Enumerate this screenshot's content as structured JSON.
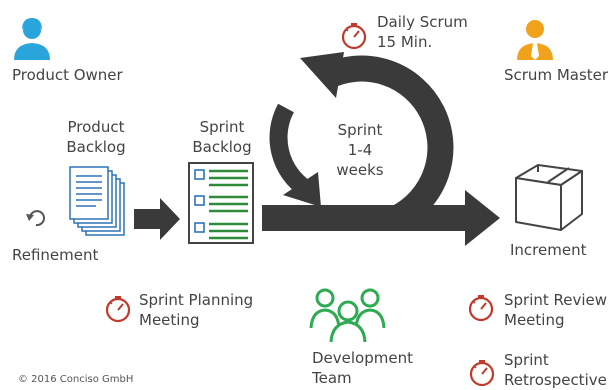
{
  "roles": {
    "product_owner": "Product Owner",
    "scrum_master": "Scrum Master"
  },
  "artifacts": {
    "product_backlog_line1": "Product",
    "product_backlog_line2": "Backlog",
    "sprint_backlog_line1": "Sprint",
    "sprint_backlog_line2": "Backlog",
    "increment": "Increment"
  },
  "activities": {
    "refinement": "Refinement",
    "sprint_line1": "Sprint",
    "sprint_line2": "1-4",
    "sprint_line3": "weeks",
    "daily_scrum_line1": "Daily Scrum",
    "daily_scrum_line2": "15 Min.",
    "sprint_planning_line1": "Sprint Planning",
    "sprint_planning_line2": "Meeting",
    "sprint_review_line1": "Sprint Review",
    "sprint_review_line2": "Meeting",
    "retrospective_line1": "Sprint",
    "retrospective_line2": "Retrospective"
  },
  "team": {
    "label_line1": "Development",
    "label_line2": "Team"
  },
  "copyright": "© 2016 Conciso GmbH",
  "colors": {
    "arrow": "#3a3a3a",
    "product_owner": "#2aa5dc",
    "scrum_master": "#f0a21b",
    "team": "#2eab52",
    "timer": "#c0392b",
    "backlog": "#2f73b8",
    "sprint_lines": "#2e8b3a"
  }
}
